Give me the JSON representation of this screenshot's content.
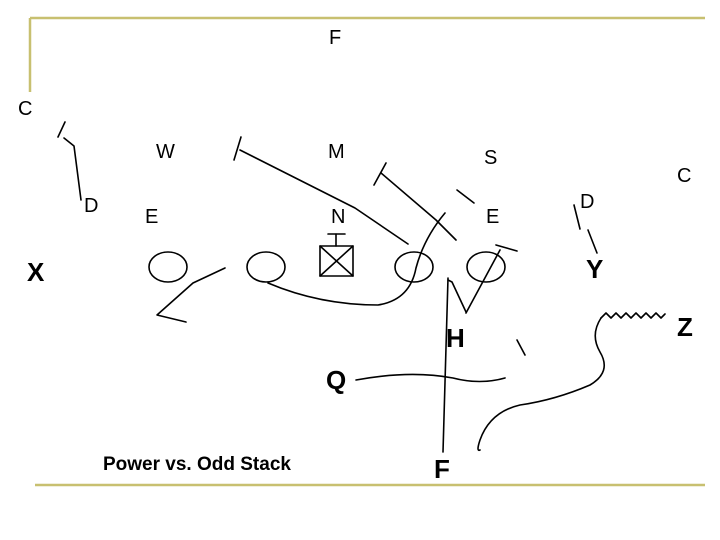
{
  "colors": {
    "frame": "#c8c070",
    "ink": "#000000"
  },
  "labels": {
    "defense": {
      "f": "F",
      "c_left": "C",
      "w": "W",
      "m": "M",
      "s": "S",
      "c_right": "C",
      "d_left": "D",
      "e_left": "E",
      "n": "N",
      "e_right": "E",
      "d_right": "D"
    },
    "offense": {
      "x": "X",
      "y": "Y",
      "z": "Z",
      "h": "H",
      "q": "Q",
      "f": "F"
    }
  },
  "caption": "Power vs. Odd Stack"
}
